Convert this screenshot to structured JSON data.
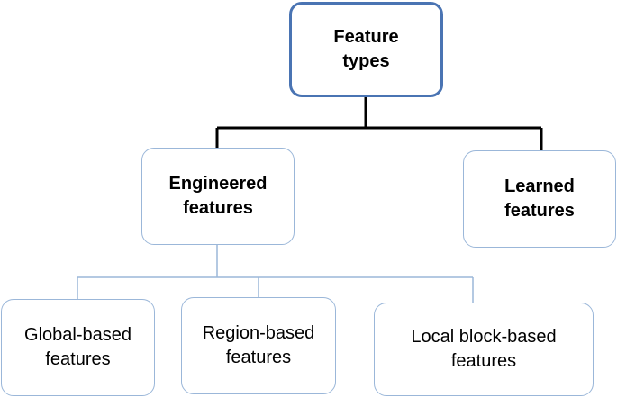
{
  "nodes": {
    "root": {
      "line1": "Feature",
      "line2": "types"
    },
    "engineered": {
      "line1": "Engineered",
      "line2": "features"
    },
    "learned": {
      "line1": "Learned",
      "line2": "features"
    },
    "global": {
      "line1": "Global-based",
      "line2": "features"
    },
    "region": {
      "line1": "Region-based",
      "line2": "features"
    },
    "local": {
      "line1": "Local block-based",
      "line2": "features"
    }
  },
  "colors": {
    "root_border": "#4a74b3",
    "box_border": "#9bb7d9",
    "top_connector": "#000000",
    "bottom_connector": "#9bb7d9"
  }
}
